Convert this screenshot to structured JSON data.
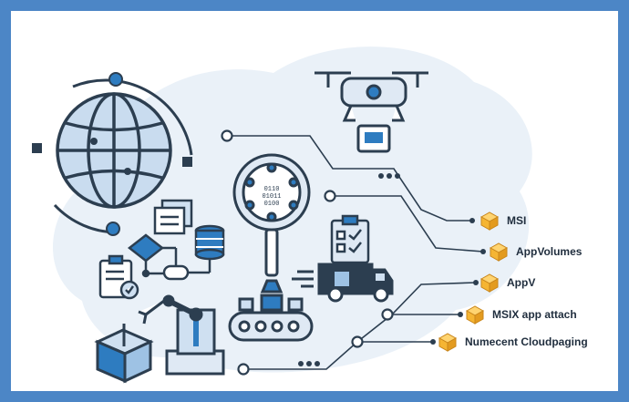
{
  "diagram": {
    "formats": [
      {
        "label": "MSI",
        "icon": "package-icon"
      },
      {
        "label": "AppVolumes",
        "icon": "package-icon"
      },
      {
        "label": "AppV",
        "icon": "package-icon"
      },
      {
        "label": "MSIX app attach",
        "icon": "package-icon"
      },
      {
        "label": "Numecent Cloudpaging",
        "icon": "package-icon"
      }
    ],
    "binary_text": [
      "0110",
      "01011",
      "0100"
    ],
    "colors": {
      "border": "#4c86c6",
      "background_blob": "#e8f0f8",
      "outline": "#2c3e50",
      "accent_blue": "#2e7cc0",
      "light_blue": "#cfe0f1",
      "package_orange": "#f5b533"
    }
  }
}
